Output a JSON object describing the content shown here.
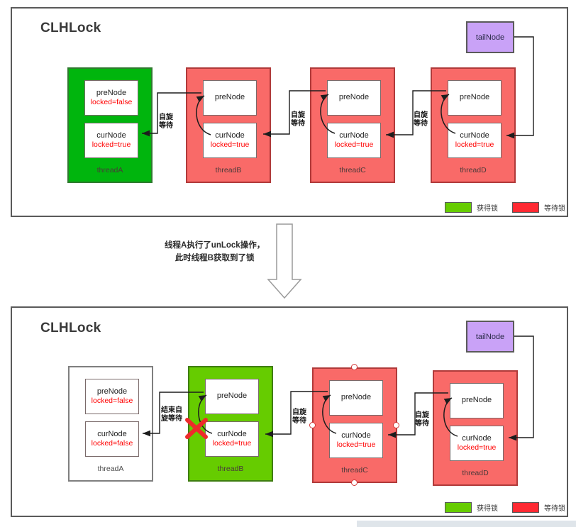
{
  "panels": [
    {
      "id": "top",
      "title": "CLHLock",
      "tail_node": {
        "label": "tailNode"
      },
      "threads": [
        {
          "name": "threadA",
          "state": "acquired",
          "fill": "#00b50d",
          "pre_node": {
            "name": "preNode",
            "locked": "locked=false"
          },
          "cur_node": {
            "name": "curNode",
            "locked": "locked=true"
          },
          "spin_label": ""
        },
        {
          "name": "threadB",
          "state": "waiting",
          "fill": "#f96a68",
          "pre_node": {
            "name": "preNode",
            "locked": ""
          },
          "cur_node": {
            "name": "curNode",
            "locked": "locked=true"
          },
          "spin_label_line1": "自旋",
          "spin_label_line2": "等待"
        },
        {
          "name": "threadC",
          "state": "waiting",
          "fill": "#f96a68",
          "pre_node": {
            "name": "preNode",
            "locked": ""
          },
          "cur_node": {
            "name": "curNode",
            "locked": "locked=true"
          },
          "spin_label_line1": "自旋",
          "spin_label_line2": "等待"
        },
        {
          "name": "threadD",
          "state": "waiting",
          "fill": "#f96a68",
          "pre_node": {
            "name": "preNode",
            "locked": ""
          },
          "cur_node": {
            "name": "curNode",
            "locked": "locked=true"
          },
          "spin_label_line1": "自旋",
          "spin_label_line2": "等待"
        }
      ],
      "legend": [
        {
          "swatch": "#66cc00",
          "label": "获得锁"
        },
        {
          "swatch": "#ff2a33",
          "label": "等待锁"
        }
      ]
    },
    {
      "id": "bottom",
      "title": "CLHLock",
      "tail_node": {
        "label": "tailNode"
      },
      "threads": [
        {
          "name": "threadA",
          "state": "released",
          "fill": "#ffffff",
          "pre_node": {
            "name": "preNode",
            "locked": "locked=false"
          },
          "cur_node": {
            "name": "curNode",
            "locked": "locked=false"
          },
          "spin_label": ""
        },
        {
          "name": "threadB",
          "state": "acquired",
          "fill": "#66cc00",
          "pre_node": {
            "name": "preNode",
            "locked": ""
          },
          "cur_node": {
            "name": "curNode",
            "locked": "locked=true"
          },
          "spin_label_line1": "结束自",
          "spin_label_line2": "旋等待",
          "spin_cancelled": true
        },
        {
          "name": "threadC",
          "state": "waiting",
          "fill": "#f96a68",
          "selected": true,
          "pre_node": {
            "name": "preNode",
            "locked": ""
          },
          "cur_node": {
            "name": "curNode",
            "locked": "locked=true"
          },
          "spin_label_line1": "自旋",
          "spin_label_line2": "等待"
        },
        {
          "name": "threadD",
          "state": "waiting",
          "fill": "#f96a68",
          "pre_node": {
            "name": "preNode",
            "locked": ""
          },
          "cur_node": {
            "name": "curNode",
            "locked": "locked=true"
          },
          "spin_label_line1": "自旋",
          "spin_label_line2": "等待"
        }
      ],
      "legend": [
        {
          "swatch": "#66cc00",
          "label": "获得锁"
        },
        {
          "swatch": "#ff2a33",
          "label": "等待锁"
        }
      ]
    }
  ],
  "transition": {
    "caption_line1": "线程A执行了unLock操作，",
    "caption_line2": "此时线程B获取到了锁"
  }
}
